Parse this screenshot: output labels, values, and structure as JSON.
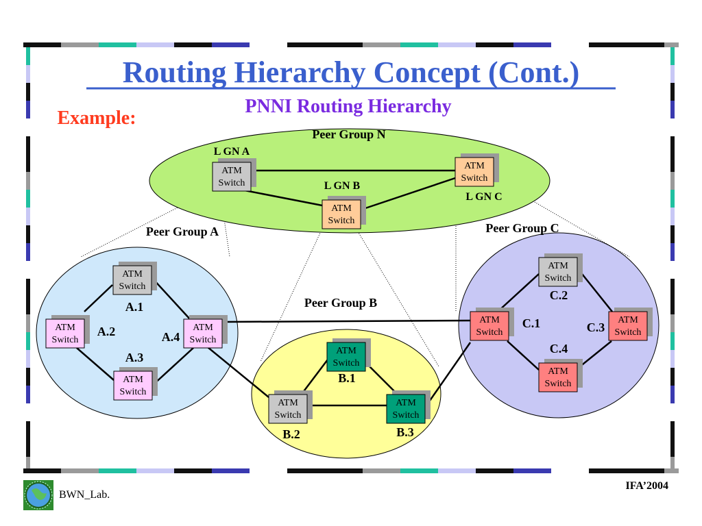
{
  "title": "Routing Hierarchy Concept (Cont.)",
  "subtitle": "PNNI Routing Hierarchy",
  "example_label": "Example:",
  "footer": {
    "left": "BWN_Lab.",
    "right": "IFA’2004"
  },
  "colors": {
    "title": "#3a5fcd",
    "subtitle": "#7a2be0",
    "example": "#ff3b1f",
    "group_n_fill": "#b8f07a",
    "group_a_fill": "#cfe8fb",
    "group_b_fill": "#ffff99",
    "group_c_fill": "#c8c8f5",
    "switch_gray": "#c8c8c8",
    "switch_orange": "#ffcc99",
    "switch_pink": "#ffccff",
    "switch_teal": "#00a07a",
    "switch_red": "#ff8080"
  },
  "groups": {
    "n": "Peer Group N",
    "a": "Peer Group A",
    "b": "Peer Group B",
    "c": "Peer Group C"
  },
  "node_labels": {
    "lgn_a": "L GN A",
    "lgn_b": "L GN B",
    "lgn_c": "L GN C",
    "a1": "A.1",
    "a2": "A.2",
    "a3": "A.3",
    "a4": "A.4",
    "b1": "B.1",
    "b2": "B.2",
    "b3": "B.3",
    "c1": "C.1",
    "c2": "C.2",
    "c3": "C.3",
    "c4": "C.4"
  },
  "switch": {
    "line1": "ATM",
    "line2": "Switch"
  }
}
